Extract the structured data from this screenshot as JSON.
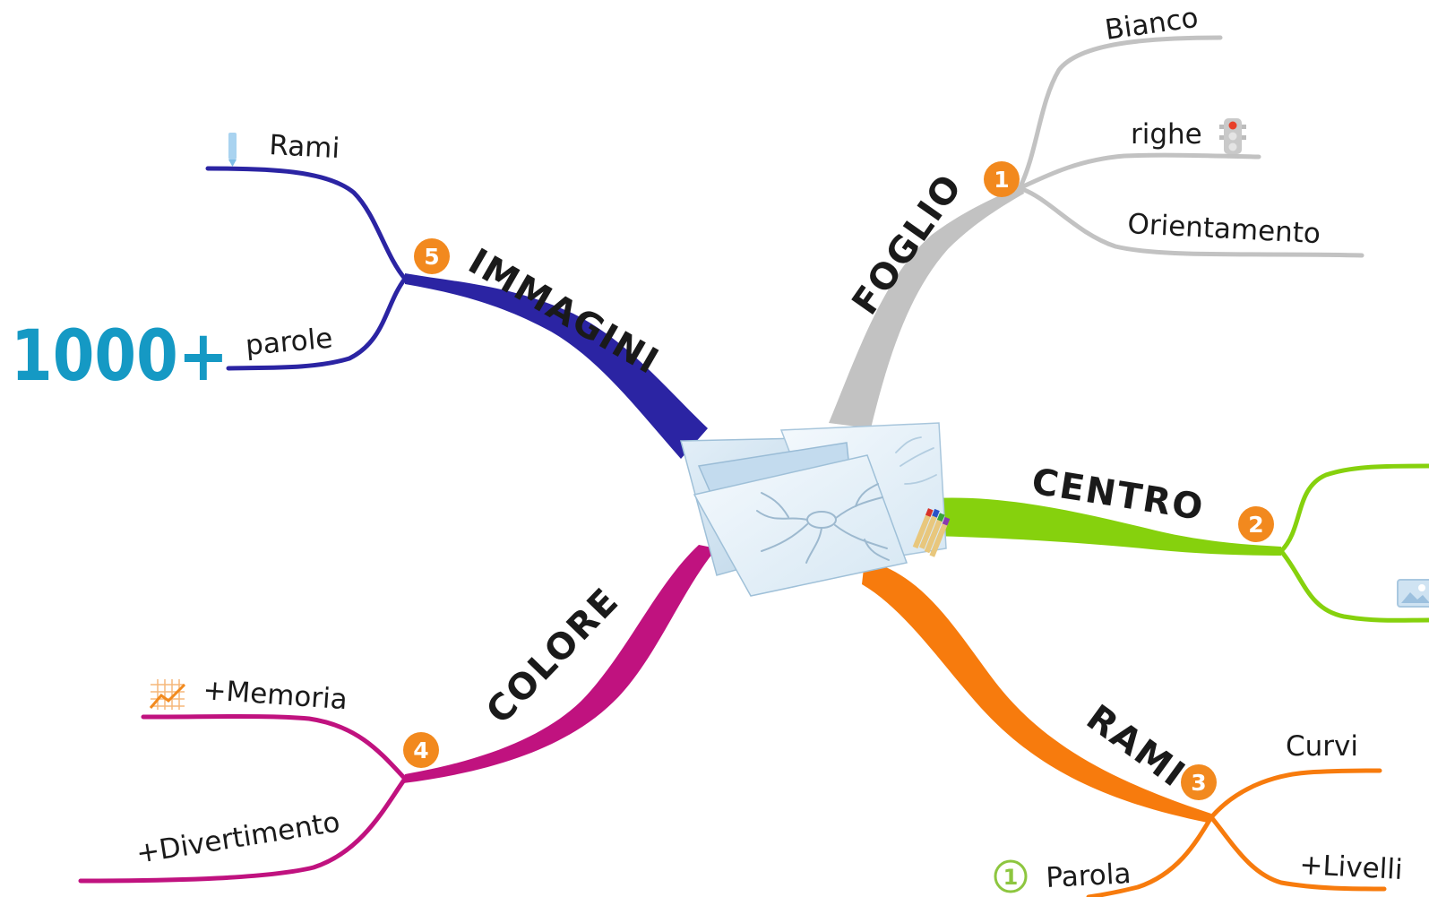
{
  "branches": {
    "foglio": {
      "label": "FOGLIO",
      "number": "1",
      "color": "#c2c2c2",
      "subs": [
        "Bianco",
        "righe",
        "Orientamento"
      ]
    },
    "centro": {
      "label": "CENTRO",
      "number": "2",
      "color": "#86d10d"
    },
    "rami": {
      "label": "RAMI",
      "number": "3",
      "color": "#f77b0d",
      "subs": [
        "Curvi",
        "+Livelli",
        "Parola"
      ],
      "parola_marker": "1"
    },
    "colore": {
      "label": "COLORE",
      "number": "4",
      "color": "#c0127f",
      "subs": [
        "+Memoria",
        "+Divertimento"
      ]
    },
    "immagini": {
      "label": "IMMAGINI",
      "number": "5",
      "color": "#2b24a3",
      "subs": [
        "Rami",
        "parole"
      ]
    }
  },
  "big_number": "1000+",
  "badge_color": "#f2891e",
  "icons": [
    "pencil-icon",
    "traffic-light-icon",
    "image-icon",
    "chart-grid-icon",
    "central-map-illustration"
  ]
}
